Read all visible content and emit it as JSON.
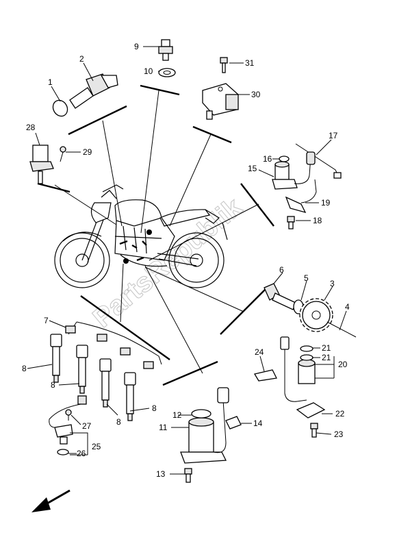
{
  "watermark": "PartsRepublik",
  "callouts": {
    "c1": "1",
    "c2": "2",
    "c3": "3",
    "c4": "4",
    "c5": "5",
    "c6": "6",
    "c7": "7",
    "c8a": "8",
    "c8b": "8",
    "c8c": "8",
    "c8d": "8",
    "c9": "9",
    "c10": "10",
    "c11": "11",
    "c12": "12",
    "c13": "13",
    "c14": "14",
    "c15": "15",
    "c16": "16",
    "c17": "17",
    "c18": "18",
    "c19": "19",
    "c20": "20",
    "c21a": "21",
    "c21b": "21",
    "c22": "22",
    "c23": "23",
    "c24": "24",
    "c25": "25",
    "c26": "26",
    "c27": "27",
    "c28": "28",
    "c29": "29",
    "c30": "30",
    "c31": "31"
  },
  "icons": {
    "front_arrow": "front-direction-arrow"
  }
}
